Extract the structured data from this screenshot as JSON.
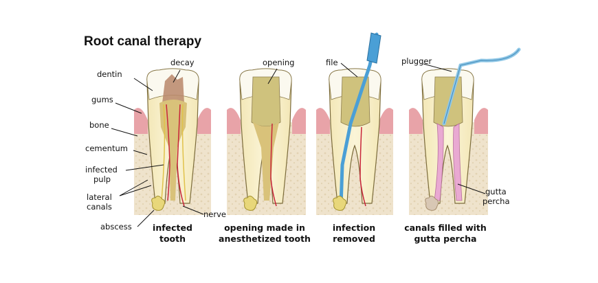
{
  "title": "Root canal therapy",
  "labels": {
    "dentin": "dentin",
    "decay": "decay",
    "gums": "gums",
    "bone": "bone",
    "cementum": "cementum",
    "infected_pulp_1": "infected",
    "infected_pulp_2": "pulp",
    "lateral_canals_1": "lateral",
    "lateral_canals_2": "canals",
    "abscess": "abscess",
    "nerve": "nerve",
    "opening": "opening",
    "file": "file",
    "plugger": "plugger",
    "gutta_percha_1": "gutta",
    "gutta_percha_2": "percha"
  },
  "captions": [
    {
      "line1": "infected",
      "line2": "tooth"
    },
    {
      "line1": "opening made in",
      "line2": "anesthetized tooth"
    },
    {
      "line1": "infection",
      "line2": "removed"
    },
    {
      "line1": "canals filled with",
      "line2": "gutta percha"
    }
  ],
  "colors": {
    "gum": "#e8a3a8",
    "bone": "#efe3cc",
    "dentin": "#f6efc9",
    "enamel": "#fbf9ef",
    "pulp": "#c9c08a",
    "nerve_red": "#c8253a",
    "file_blue": "#4a9fd6",
    "gutta_pink": "#e9a9d2",
    "abscess": "#e8d77a"
  }
}
